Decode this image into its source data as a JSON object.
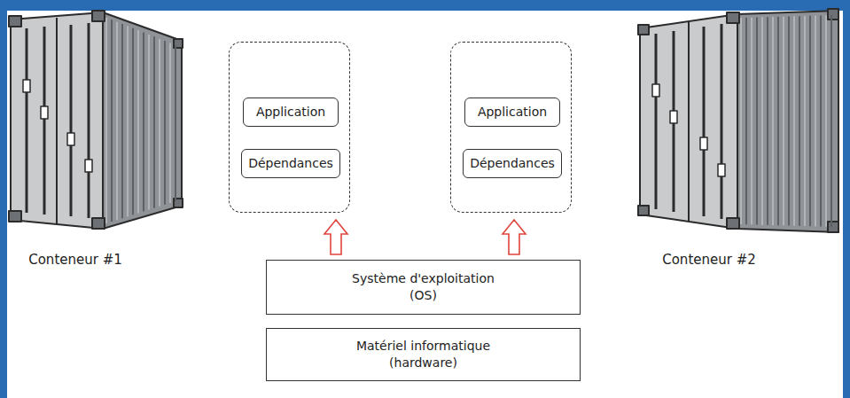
{
  "diagram": {
    "nodes": [
      {
        "text": []
      },
      {
        "text": [
          "Application"
        ],
        "in": 0
      },
      {
        "text": [
          "Dépendances"
        ],
        "in": 0
      },
      {
        "text": []
      },
      {
        "text": [
          "Application"
        ],
        "in": 3
      },
      {
        "text": [
          "Dépendances"
        ],
        "in": 3
      },
      {
        "text": [
          "Système d'exploitation (OS)"
        ]
      },
      {
        "text": [
          "Matériel informatique (hardware)"
        ]
      }
    ],
    "edges": [
      {
        "from": 6,
        "to": 0,
        "arrow": "to"
      },
      {
        "from": 6,
        "to": 3,
        "arrow": "to"
      }
    ],
    "labels": [
      "Conteneur #1",
      "Conteneur #2"
    ]
  }
}
